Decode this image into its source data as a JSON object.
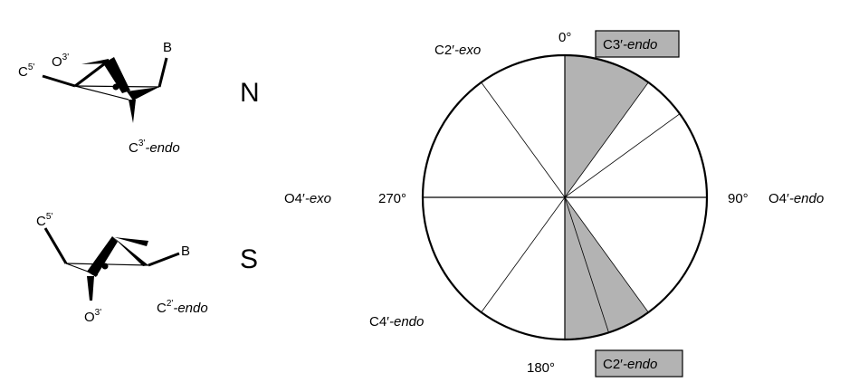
{
  "structures": {
    "north": {
      "pucker_letter": "N",
      "c5_label": "C",
      "c5_sup": "5'",
      "o3_label": "O",
      "o3_sup": "3'",
      "base_label": "B",
      "conf_label": "C",
      "conf_sup": "3'",
      "conf_suffix": "-endo"
    },
    "south": {
      "pucker_letter": "S",
      "c5_label": "C",
      "c5_sup": "5'",
      "o3_label": "O",
      "o3_sup": "3'",
      "base_label": "B",
      "conf_label": "C",
      "conf_sup": "2'",
      "conf_suffix": "-endo"
    }
  },
  "wheel": {
    "angle_0": "0°",
    "angle_90": "90°",
    "angle_180": "180°",
    "angle_270": "270°",
    "top_left_label": {
      "prefix": "C2′",
      "suffix": "-exo"
    },
    "left_label": {
      "prefix": "O4′",
      "suffix": "-exo"
    },
    "right_label": {
      "prefix": "O4′",
      "suffix": "-endo"
    },
    "bottom_left_label": {
      "prefix": "C4′",
      "suffix": "-endo"
    },
    "north_box": {
      "prefix": "C3′",
      "suffix": "-endo"
    },
    "south_box": {
      "prefix": "C2′",
      "suffix": "-endo"
    },
    "highlight_color": "#b3b3b3",
    "shaded_sectors_deg": [
      [
        0,
        36
      ],
      [
        144,
        180
      ]
    ],
    "spoke_angles_deg": [
      0,
      36,
      54,
      90,
      144,
      162,
      180,
      216,
      270,
      324
    ]
  }
}
